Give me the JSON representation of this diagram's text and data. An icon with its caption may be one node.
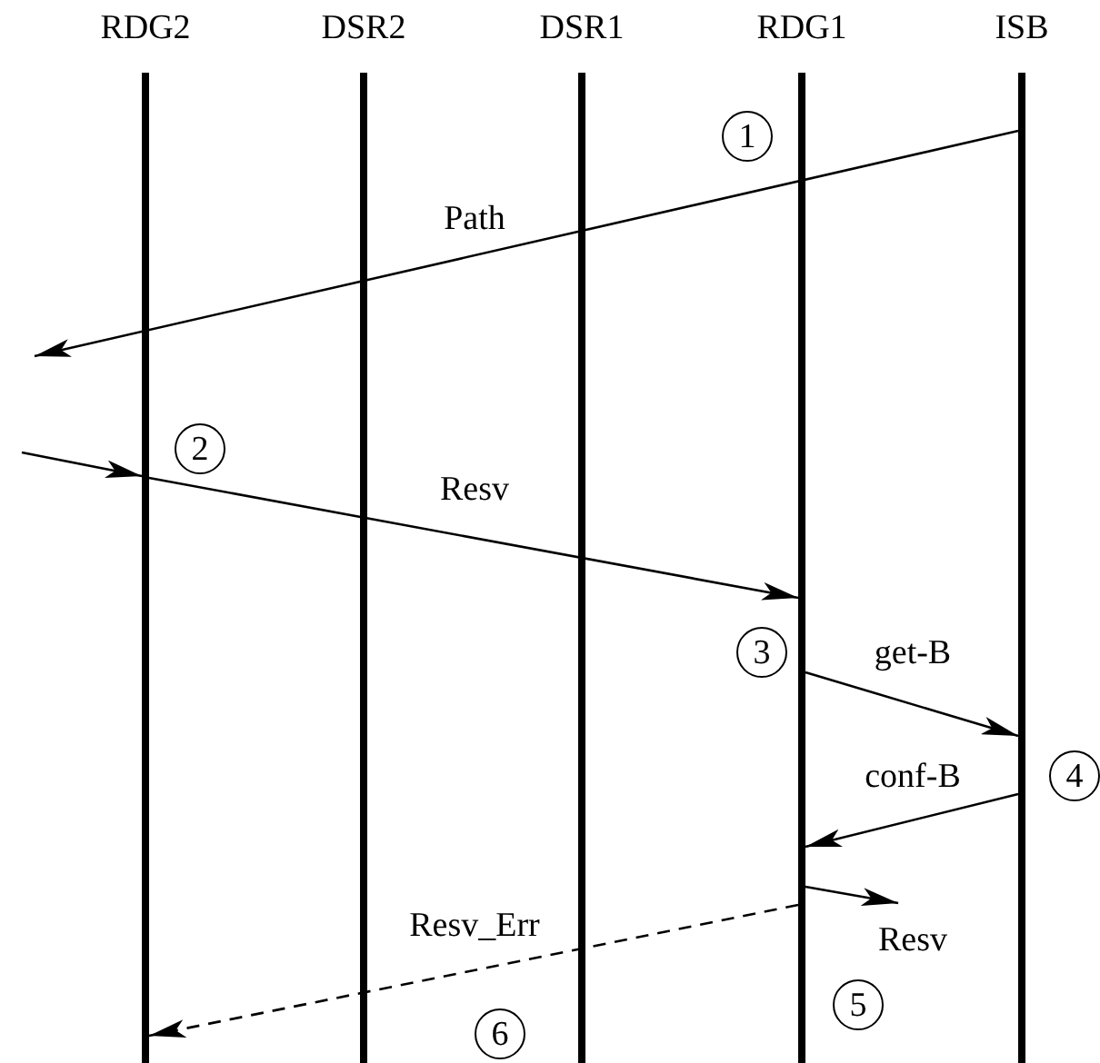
{
  "diagram": {
    "nodes": [
      {
        "text": [
          "RDG2"
        ]
      },
      {
        "text": [
          "DSR2"
        ]
      },
      {
        "text": [
          "DSR1"
        ]
      },
      {
        "text": [
          "RDG1"
        ]
      },
      {
        "text": [
          "ISB"
        ]
      },
      {
        "text": [
          "1"
        ]
      },
      {
        "text": [
          "2"
        ]
      },
      {
        "text": [
          "3"
        ]
      },
      {
        "text": [
          "4"
        ]
      },
      {
        "text": [
          "5"
        ]
      },
      {
        "text": [
          "6"
        ]
      }
    ],
    "edges": [
      {
        "from": 4,
        "to": null,
        "arrow": "to",
        "label": "Path"
      },
      {
        "from": null,
        "to": 0,
        "arrow": "to"
      },
      {
        "from": 0,
        "to": 3,
        "arrow": "to",
        "label": "Resv"
      },
      {
        "from": 3,
        "to": 4,
        "arrow": "to",
        "label": "get-B"
      },
      {
        "from": 4,
        "to": 3,
        "arrow": "to",
        "label": "conf-B"
      },
      {
        "from": 3,
        "to": null,
        "arrow": "to",
        "label": "Resv"
      },
      {
        "from": 3,
        "to": 0,
        "arrow": "to",
        "label": "Resv_Err",
        "style": "dashed"
      }
    ]
  }
}
